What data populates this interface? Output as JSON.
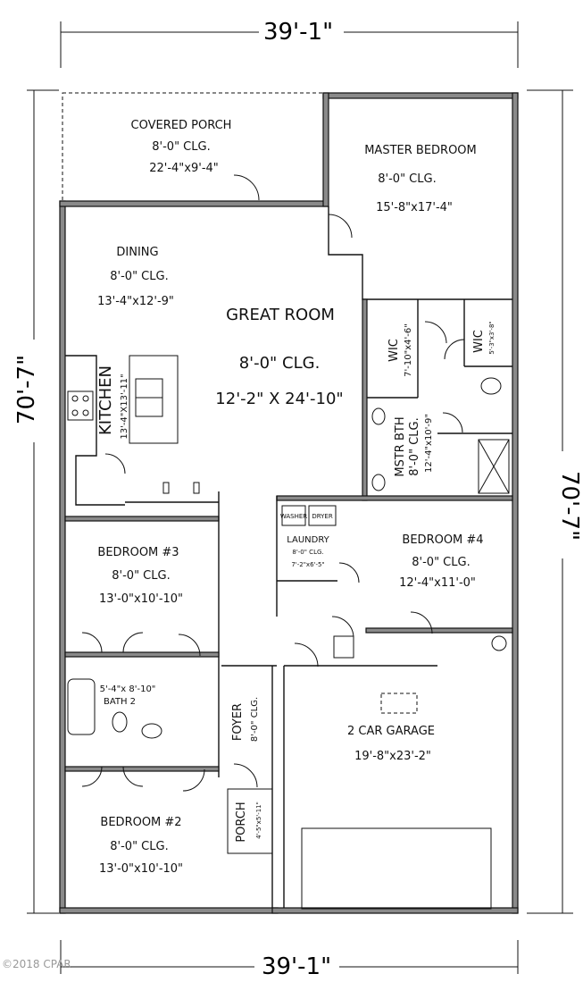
{
  "dimensions": {
    "top_width": "39'-1\"",
    "bottom_width": "39'-1\"",
    "left_depth": "70'-7\"",
    "right_depth": "70'-7\""
  },
  "rooms": {
    "covered_porch": {
      "name": "COVERED PORCH",
      "ceiling": "8'-0\" CLG.",
      "size": "22'-4\"x9'-4\""
    },
    "master_bedroom": {
      "name": "MASTER BEDROOM",
      "ceiling": "8'-0\" CLG.",
      "size": "15'-8\"x17'-4\""
    },
    "dining": {
      "name": "DINING",
      "ceiling": "8'-0\" CLG.",
      "size": "13'-4\"x12'-9\""
    },
    "great_room": {
      "name": "GREAT ROOM",
      "ceiling": "8'-0\" CLG.",
      "size": "12'-2\" X 24'-10\""
    },
    "wic_1": {
      "name": "WIC",
      "size": "7'-10\"x4'-6\""
    },
    "wic_2": {
      "name": "WIC",
      "size": "5'-3\"x3'-8\""
    },
    "kitchen": {
      "name": "KITCHEN",
      "size": "13'-4\"X13'-11\""
    },
    "master_bath": {
      "name": "MSTR BTH",
      "ceiling": "8'-0\" CLG.",
      "size": "12'-4\"x10'-9\""
    },
    "laundry": {
      "name": "LAUNDRY",
      "ceiling": "8'-0\" CLG.",
      "size": "7'-2\"x6'-5\"",
      "washer": "WASHER",
      "dryer": "DRYER"
    },
    "bedroom_3": {
      "name": "BEDROOM #3",
      "ceiling": "8'-0\" CLG.",
      "size": "13'-0\"x10'-10\""
    },
    "bedroom_4": {
      "name": "BEDROOM #4",
      "ceiling": "8'-0\" CLG.",
      "size": "12'-4\"x11'-0\""
    },
    "bath_2": {
      "name": "BATH 2",
      "size": "5'-4\"x 8'-10\""
    },
    "foyer": {
      "name": "FOYER",
      "ceiling": "8'-0\" CLG."
    },
    "garage": {
      "name": "2 CAR GARAGE",
      "size": "19'-8\"x23'-2\""
    },
    "porch": {
      "name": "PORCH",
      "size": "4'-5\"x5'-11\""
    },
    "bedroom_2": {
      "name": "BEDROOM #2",
      "ceiling": "8'-0\" CLG.",
      "size": "13'-0\"x10'-10\""
    }
  },
  "copyright": "©2018 CPAR"
}
